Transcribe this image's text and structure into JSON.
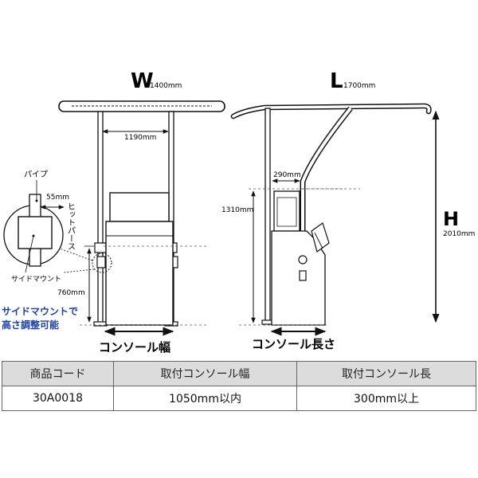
{
  "labels": {
    "w_letter": "W",
    "w_size": "1400mm",
    "l_letter": "L",
    "l_size": "1700mm",
    "h_letter": "H",
    "h_size": "2010mm",
    "inner_width": "1190mm",
    "pipe": "パイプ",
    "pipe_gap": "55mm",
    "vertical_text": "ヒットパース",
    "side_mount": "サイドマウント",
    "side_height": "760mm",
    "feature_line1": "サイドマウントで",
    "feature_line2": "高さ調整可能",
    "console_width": "コンソール幅",
    "depth": "290mm",
    "rail_height": "1310mm",
    "console_length": "コンソール長さ"
  },
  "colors": {
    "feature_text": "#1a3fa8",
    "line": "#111111",
    "guide": "#555555",
    "table_header": "#dcdcdc"
  },
  "table": {
    "headers": [
      "商品コード",
      "取付コンソール幅",
      "取付コンソール長"
    ],
    "rows": [
      [
        "30A0018",
        "1050mm以内",
        "300mm以上"
      ]
    ]
  }
}
